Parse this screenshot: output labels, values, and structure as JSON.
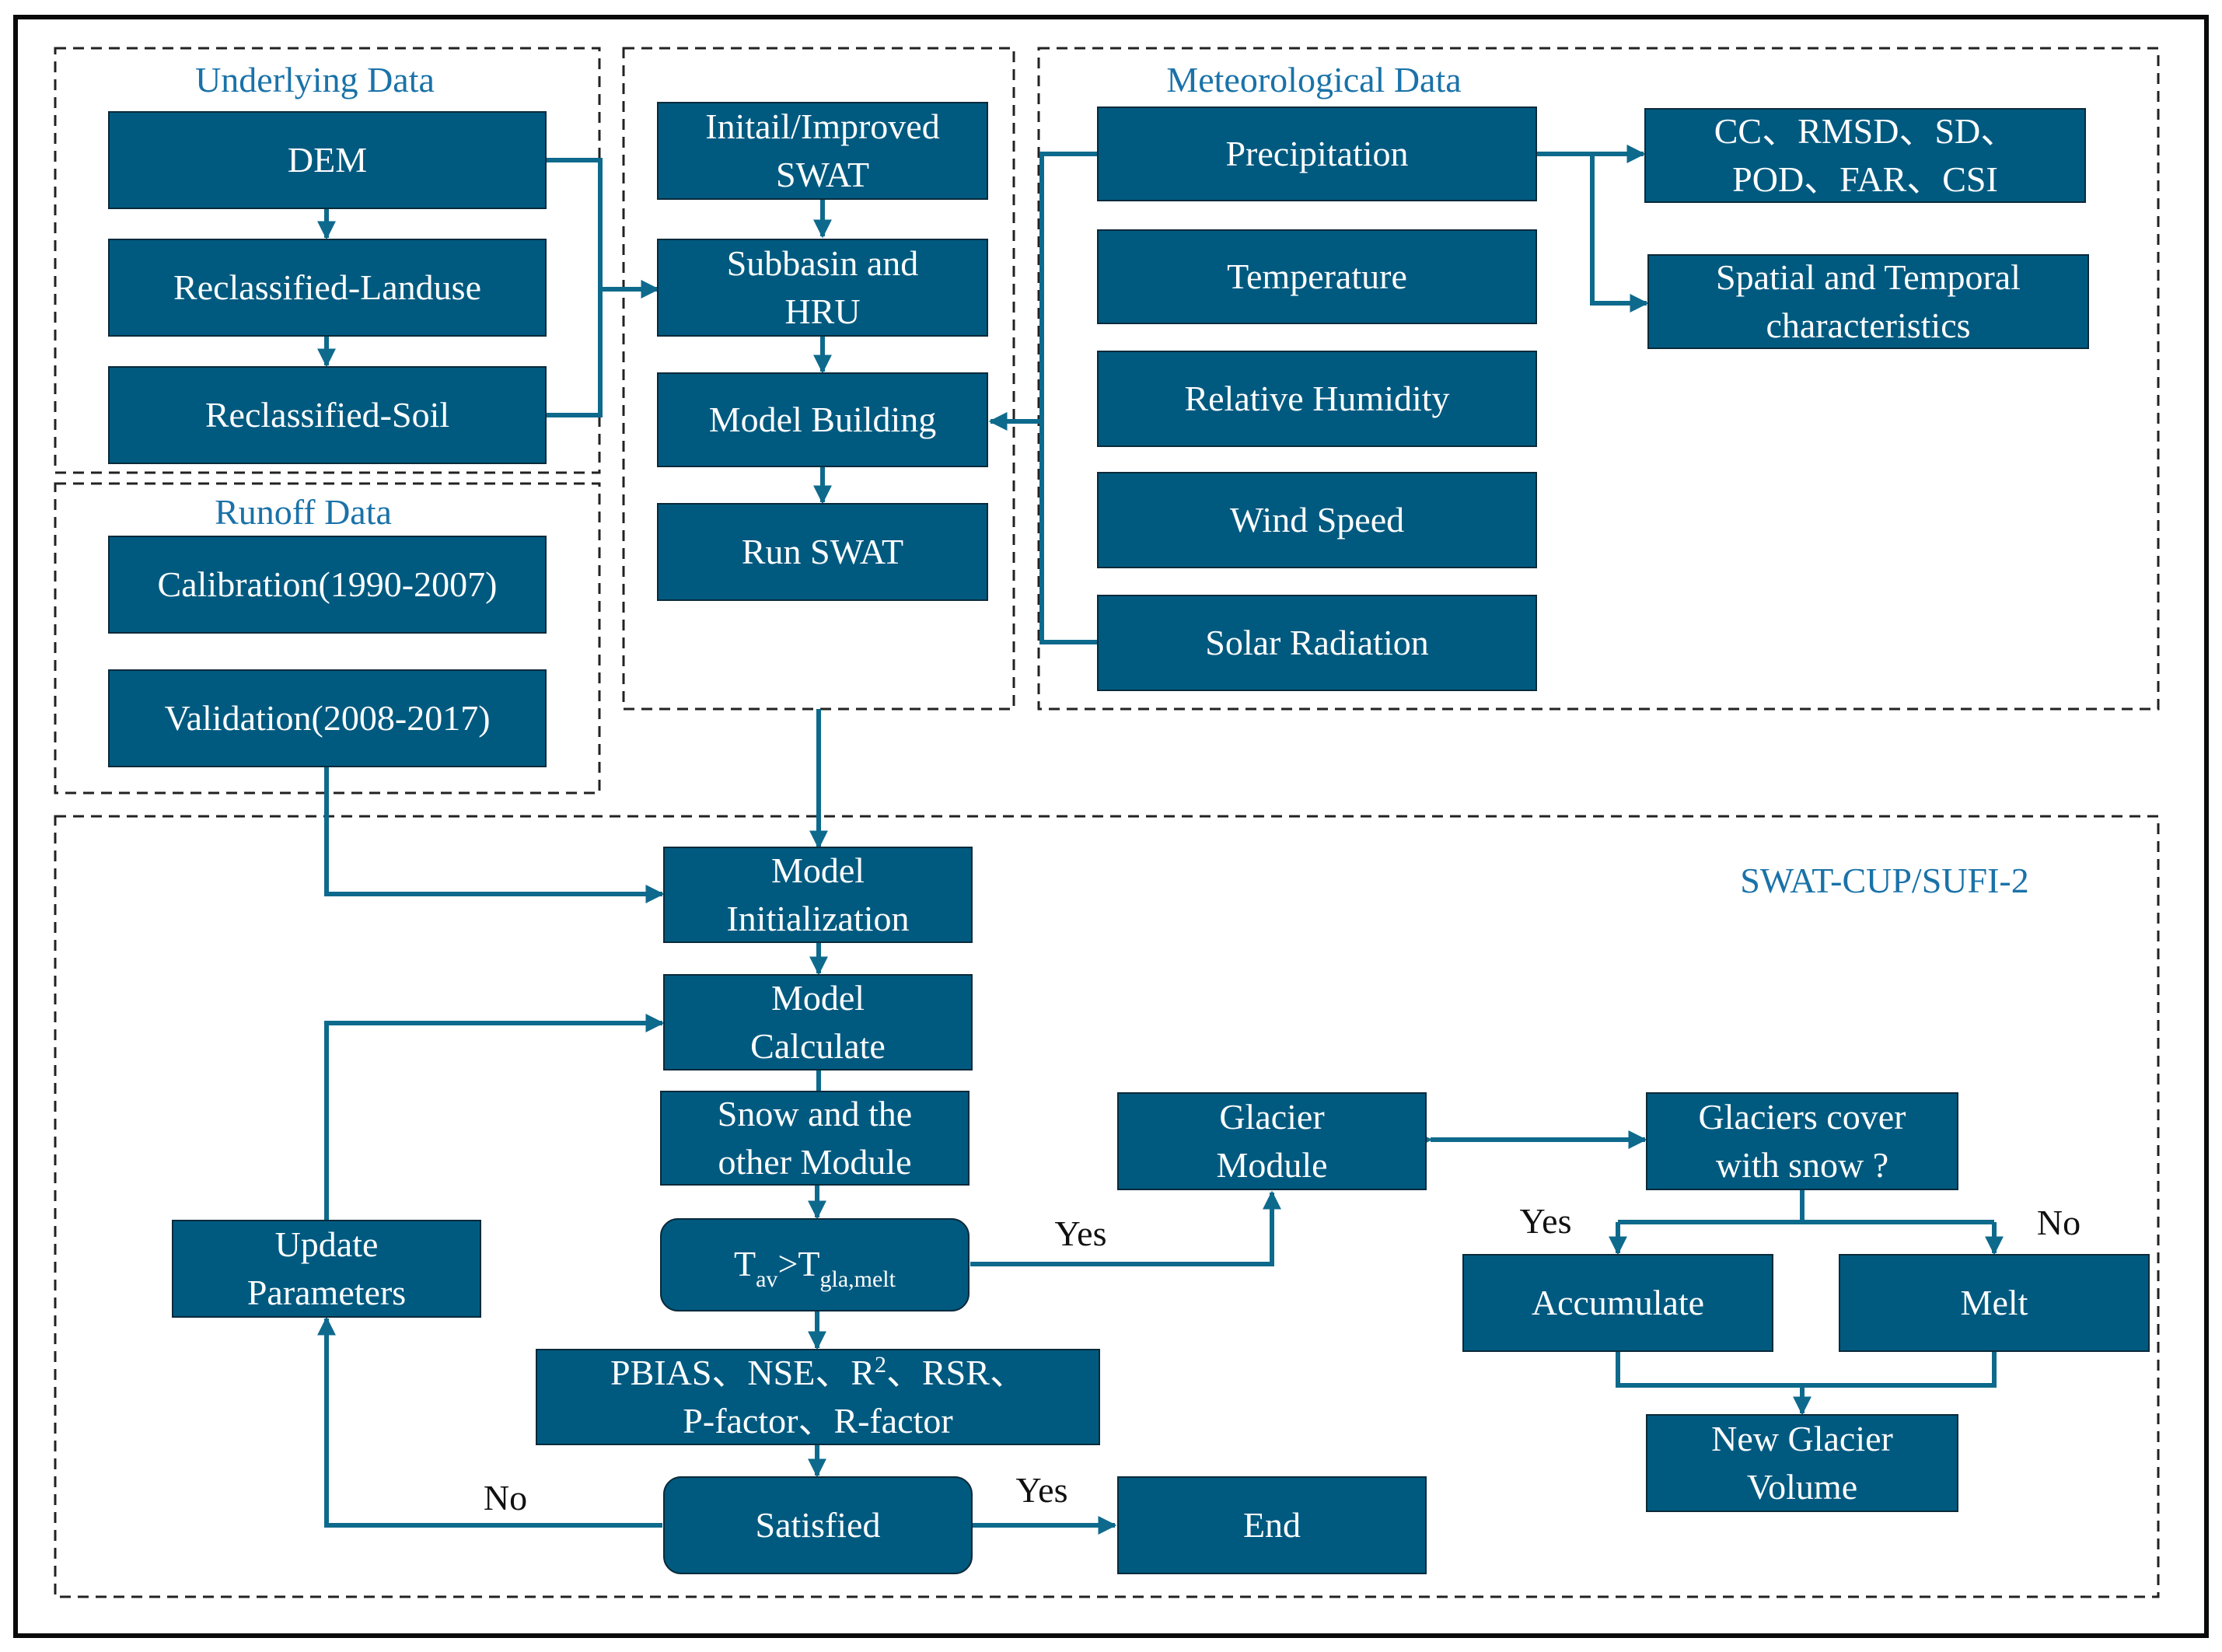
{
  "colors": {
    "box_fill": "#005a80",
    "line": "#0e6a8c",
    "title": "#1a72a8",
    "frame": "#0a0a0a"
  },
  "sections": {
    "underlying": "Underlying Data",
    "runoff": "Runoff Data",
    "meteorological": "Meteorological Data",
    "swatcup": "SWAT-CUP/SUFI-2"
  },
  "boxes": {
    "dem": [
      "DEM"
    ],
    "landuse": [
      "Reclassified-Landuse"
    ],
    "soil": [
      "Reclassified-Soil"
    ],
    "calibration": [
      "Calibration(1990-2007)"
    ],
    "validation": [
      "Validation(2008-2017)"
    ],
    "swat": [
      "Initail/Improved",
      "SWAT"
    ],
    "subbasin": [
      "Subbasin and",
      "HRU"
    ],
    "model_building": [
      "Model Building"
    ],
    "run_swat": [
      "Run SWAT"
    ],
    "precipitation": [
      "Precipitation"
    ],
    "temperature": [
      "Temperature"
    ],
    "humidity": [
      "Relative Humidity"
    ],
    "wind": [
      "Wind Speed"
    ],
    "solar": [
      "Solar Radiation"
    ],
    "metrics_precip": [
      "CC、RMSD、SD、",
      "POD、FAR、CSI"
    ],
    "spatial": [
      "Spatial and Temporal",
      "characteristics"
    ],
    "model_init": [
      "Model",
      "Initialization"
    ],
    "model_calc": [
      "Model",
      "Calculate"
    ],
    "snow": [
      "Snow and the",
      "other Module"
    ],
    "condition": {
      "t1": "T",
      "s1": "av",
      "op": ">",
      "t2": "T",
      "s2": "gla,melt"
    },
    "metrics_eval": {
      "line1_a": "PBIAS、NSE、R",
      "line1_sup": "2",
      "line1_b": "、RSR、",
      "line2": "P-factor、R-factor"
    },
    "satisfied": [
      "Satisfied"
    ],
    "end": [
      "End"
    ],
    "update": [
      "Update",
      "Parameters"
    ],
    "glacier": [
      "Glacier",
      "Module"
    ],
    "glacier_cover": [
      "Glaciers cover",
      "with snow ?"
    ],
    "accumulate": [
      "Accumulate"
    ],
    "melt": [
      "Melt"
    ],
    "new_volume": [
      "New Glacier",
      "Volume"
    ]
  },
  "labels": {
    "yes_glacier": "Yes",
    "yes_end": "Yes",
    "no_update": "No",
    "yes_accumulate": "Yes",
    "no_melt": "No"
  }
}
